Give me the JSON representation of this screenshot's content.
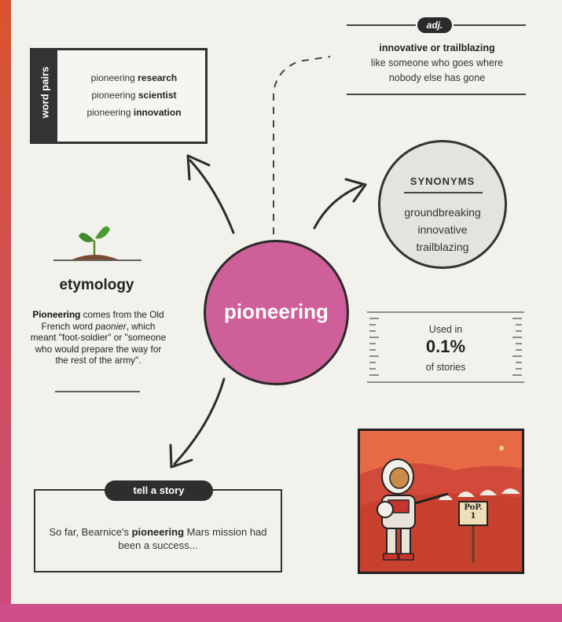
{
  "word_pairs": {
    "tab_label": "word pairs",
    "items": [
      {
        "prefix": "pioneering ",
        "bold": "research"
      },
      {
        "prefix": "pioneering ",
        "bold": "scientist"
      },
      {
        "prefix": "pioneering ",
        "bold": "innovation"
      }
    ]
  },
  "adj": {
    "label": "adj.",
    "definition_bold": "innovative or trailblazing",
    "definition_line1": "like someone who goes where",
    "definition_line2": "nobody else has gone"
  },
  "synonyms": {
    "title": "SYNONYMS",
    "items": [
      "groundbreaking",
      "innovative",
      "trailblazing"
    ]
  },
  "headword": "pioneering",
  "usage": {
    "label": "Used in",
    "value": "0.1%",
    "sub": "of stories"
  },
  "etymology": {
    "title": "etymology",
    "word": "Pioneering",
    "text1": " comes from the Old French word ",
    "origin": "paonier",
    "text2": ", which meant \"foot-soldier\" or \"someone who would prepare the way for the rest of the army\"."
  },
  "story": {
    "label": "tell a story",
    "before": "So far, Bearnice's ",
    "bold": "pioneering",
    "after": " Mars mission had been a success..."
  },
  "comic": {
    "sign_line1": "PoP.",
    "sign_line2": "1"
  },
  "colors": {
    "center_circle": "#cf5f98",
    "page": "#f3f1ec",
    "ink": "#2b2b2b",
    "mars_sky": "#e3643f"
  }
}
